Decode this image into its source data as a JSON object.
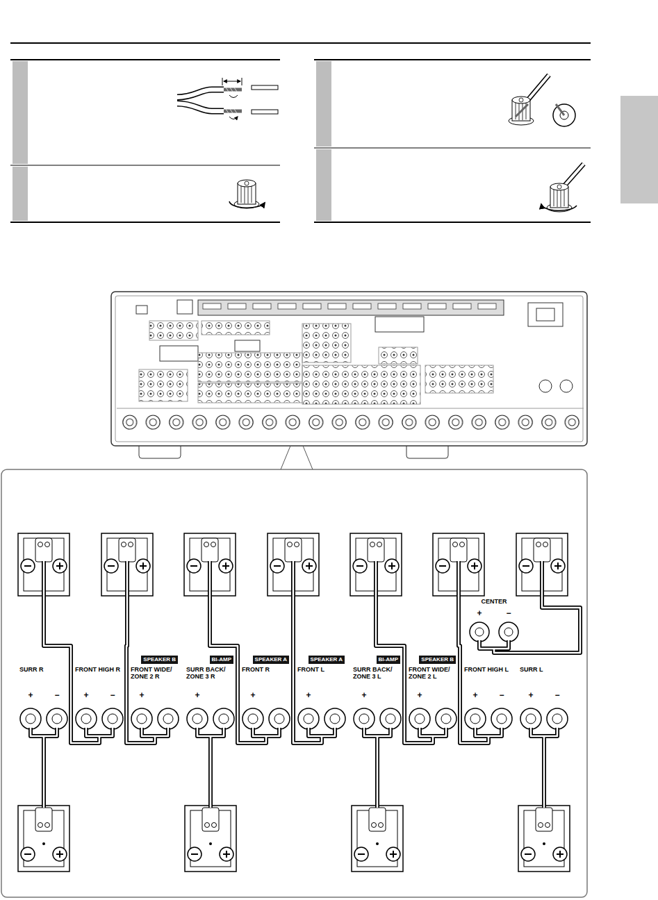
{
  "diagram": {
    "nodes": [
      {
        "text": [
          "SPEAKER B"
        ]
      },
      {
        "text": [
          "BI-AMP"
        ]
      },
      {
        "text": [
          "SPEAKER A"
        ]
      },
      {
        "text": [
          "SPEAKER A"
        ]
      },
      {
        "text": [
          "BI-AMP"
        ]
      },
      {
        "text": [
          "SPEAKER B"
        ]
      }
    ],
    "labels": [
      "CENTER",
      "+",
      "−",
      "SURR R",
      "+",
      "−",
      "FRONT HIGH R",
      "+",
      "−",
      "FRONT WIDE/ ZONE 2 R",
      "+",
      "SURR BACK/ ZONE 3 R",
      "+",
      "FRONT R",
      "+",
      "FRONT L",
      "+",
      "SURR BACK/ ZONE 3 L",
      "+",
      "FRONT WIDE/ ZONE 2 L",
      "+",
      "FRONT HIGH L",
      "+",
      "−",
      "SURR L",
      "+",
      "−"
    ]
  }
}
